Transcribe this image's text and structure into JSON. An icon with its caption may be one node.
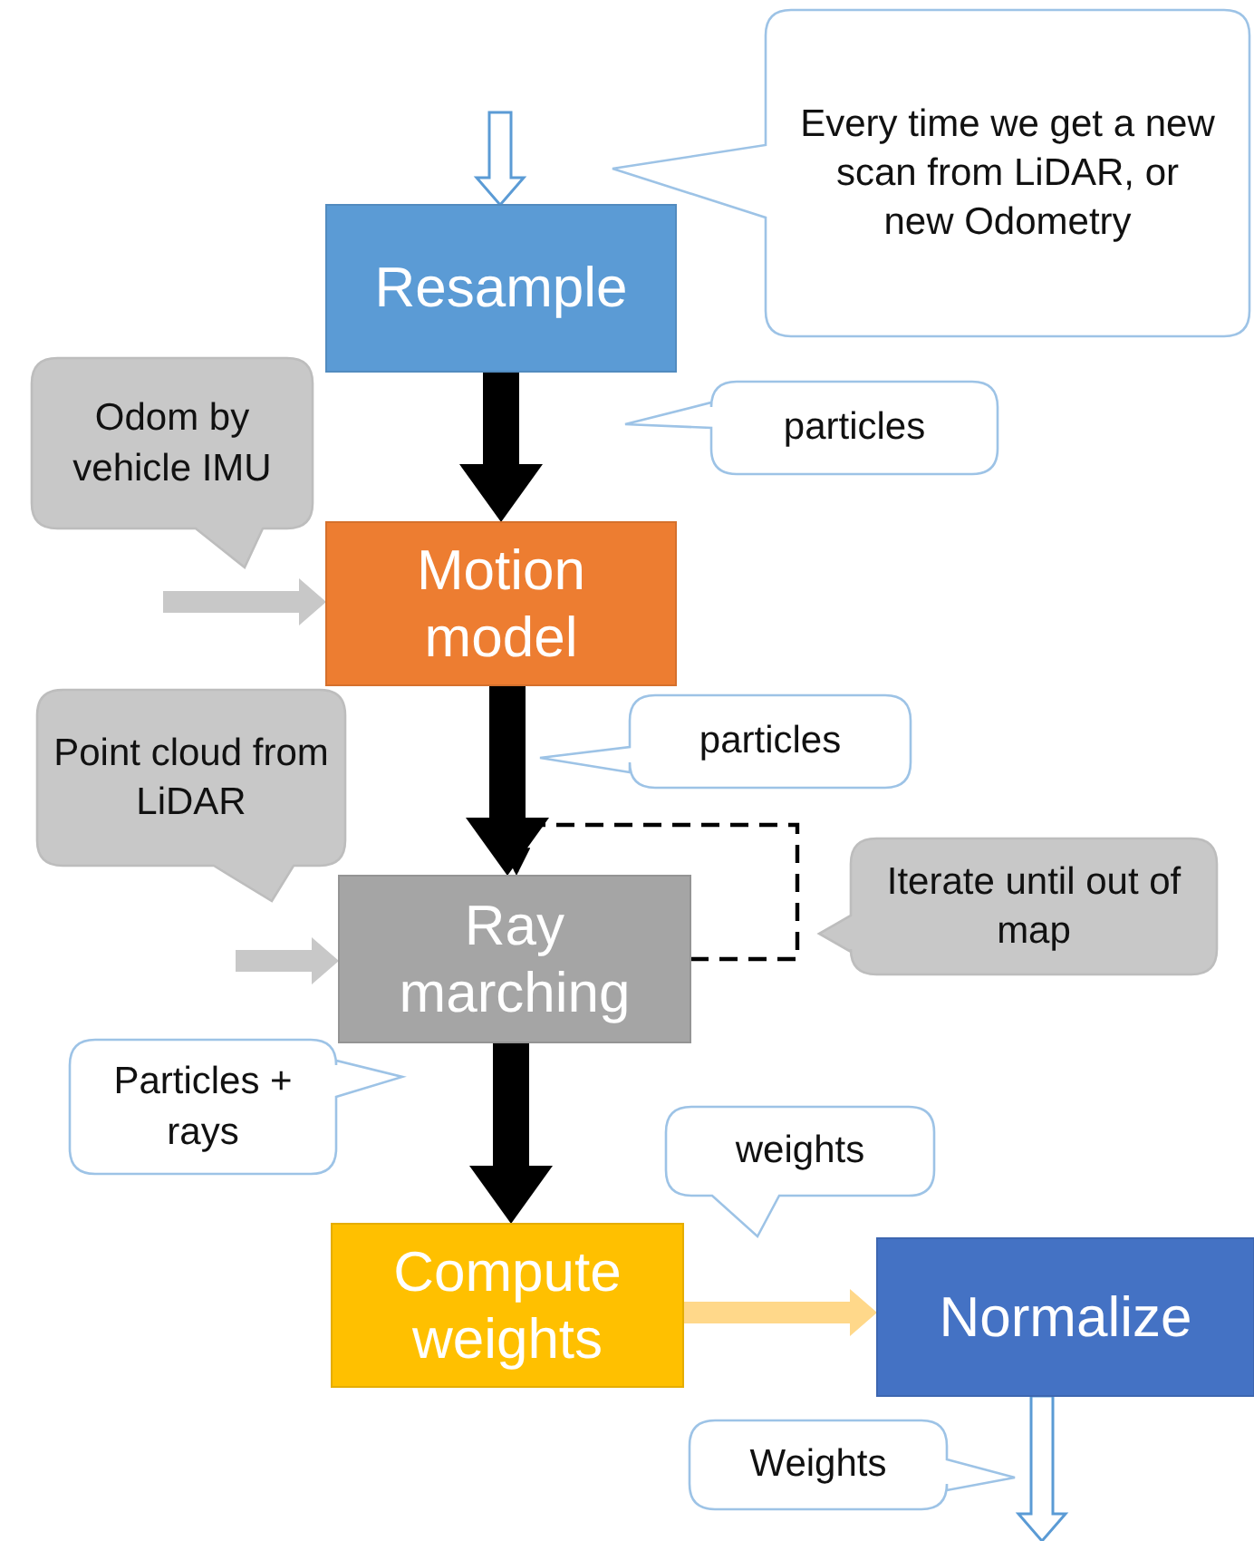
{
  "diagram": {
    "nodes": [
      {
        "text": [
          "Resample"
        ]
      },
      {
        "text": [
          "Motion model"
        ]
      },
      {
        "text": [
          "Ray marching"
        ]
      },
      {
        "text": [
          "Compute weights"
        ]
      },
      {
        "text": [
          "Normalize"
        ]
      },
      {
        "text": [
          "Every time we get a new scan from LiDAR, or new Odometry"
        ]
      },
      {
        "text": [
          "particles"
        ]
      },
      {
        "text": [
          "Odom by vehicle IMU"
        ]
      },
      {
        "text": [
          "Point cloud from LiDAR"
        ]
      },
      {
        "text": [
          "particles"
        ]
      },
      {
        "text": [
          "Iterate until out of map"
        ]
      },
      {
        "text": [
          "Particles + rays"
        ]
      },
      {
        "text": [
          "weights"
        ]
      },
      {
        "text": [
          "Weights"
        ]
      }
    ],
    "edges": [
      {
        "from": null,
        "to": 0,
        "arrow": "to",
        "color": "#ffffff"
      },
      {
        "from": 0,
        "to": 1,
        "arrow": "to",
        "style": "thick"
      },
      {
        "from": null,
        "to": 1,
        "arrow": "to",
        "color": "#c8c8c8"
      },
      {
        "from": 1,
        "to": 2,
        "arrow": "to",
        "style": "thick"
      },
      {
        "from": null,
        "to": 2,
        "arrow": "to",
        "color": "#c8c8c8"
      },
      {
        "from": 2,
        "to": 2,
        "arrow": "to",
        "style": "dashed"
      },
      {
        "from": 2,
        "to": 3,
        "arrow": "to",
        "style": "thick"
      },
      {
        "from": 3,
        "to": 4,
        "arrow": "to",
        "color": "#ffd88a"
      },
      {
        "from": 4,
        "to": null,
        "arrow": "to",
        "color": "#ffffff"
      }
    ]
  }
}
